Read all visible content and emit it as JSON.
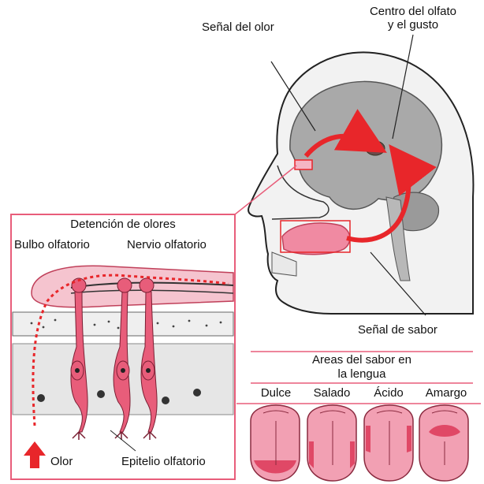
{
  "labels": {
    "senal_olor": "Señal del olor",
    "centro_line1": "Centro del olfato",
    "centro_line2": "y el gusto",
    "detencion": "Detención de olores",
    "bulbo": "Bulbo olfatorio",
    "nervio": "Nervio olfatorio",
    "senal_sabor": "Señal de sabor",
    "areas_line1": "Areas del sabor en",
    "areas_line2": "la lengua",
    "olor": "Olor",
    "epitelio": "Epitelio olfatorio"
  },
  "tongues": [
    {
      "label": "Dulce",
      "zone": "tip"
    },
    {
      "label": "Salado",
      "zone": "front-sides"
    },
    {
      "label": "Ácido",
      "zone": "rear-sides"
    },
    {
      "label": "Amargo",
      "zone": "back"
    }
  ],
  "colors": {
    "pink": "#e85d7a",
    "light_pink": "#f4b3c2",
    "red": "#e8262a",
    "brain": "#a9a9a9",
    "line": "#222222"
  }
}
